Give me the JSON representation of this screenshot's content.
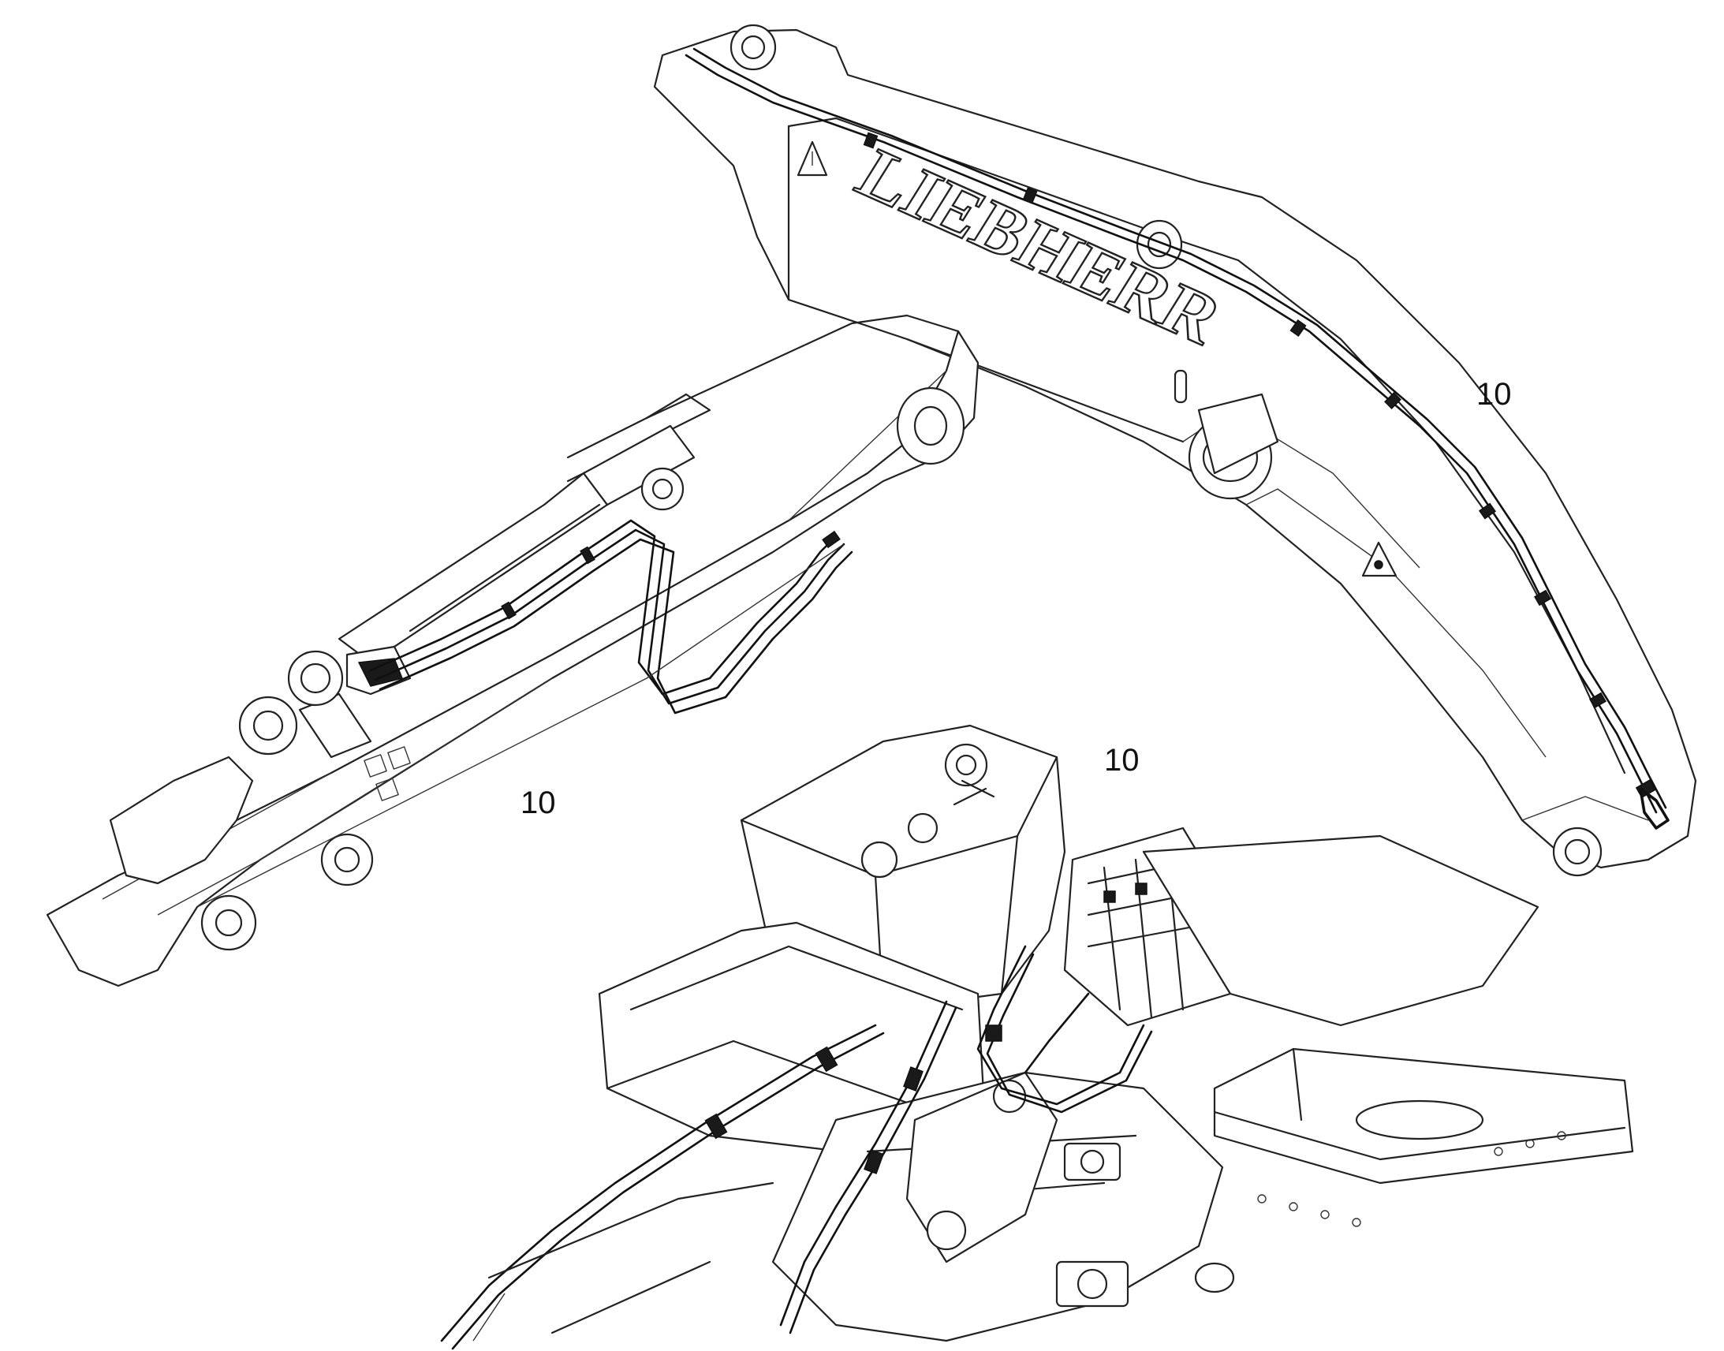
{
  "drawing": {
    "callouts": [
      {
        "id": "boom",
        "text": "10"
      },
      {
        "id": "stick",
        "text": "10"
      },
      {
        "id": "uppercarriage",
        "text": "10"
      }
    ],
    "logo_text": "LIEBHERR",
    "colors": {
      "line": "#222222",
      "background": "#ffffff"
    }
  }
}
